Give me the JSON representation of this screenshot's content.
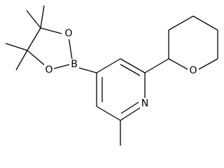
{
  "structure": {
    "atom_labels": {
      "boron": "B",
      "boronate_oxygen_upper": "O",
      "boronate_oxygen_lower": "O",
      "pyridine_nitrogen": "N",
      "pyran_oxygen": "O"
    }
  },
  "colors": {
    "bond": "#000000",
    "label": "#000000",
    "background": "#ffffff"
  }
}
